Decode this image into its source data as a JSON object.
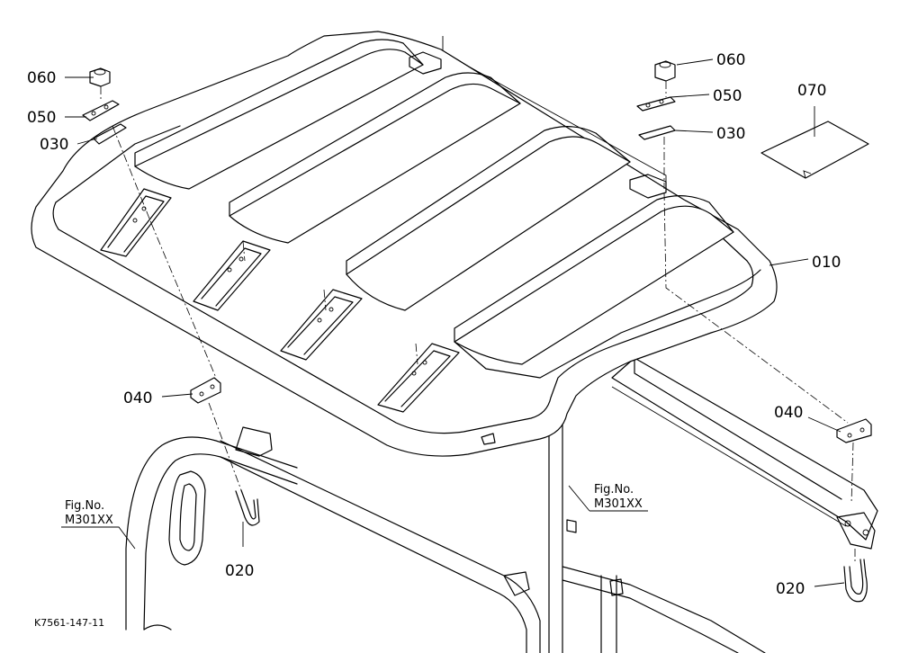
{
  "parts": {
    "p010": "010",
    "p020a": "020",
    "p020b": "020",
    "p030a": "030",
    "p030b": "030",
    "p040a": "040",
    "p040b": "040",
    "p050a": "050",
    "p050b": "050",
    "p060a": "060",
    "p060b": "060",
    "p070": "070"
  },
  "references": {
    "left": {
      "line1": "Fig.No.",
      "line2": "M301XX"
    },
    "right": {
      "line1": "Fig.No.",
      "line2": "M301XX"
    }
  },
  "drawing_code": "K7561-147-11"
}
